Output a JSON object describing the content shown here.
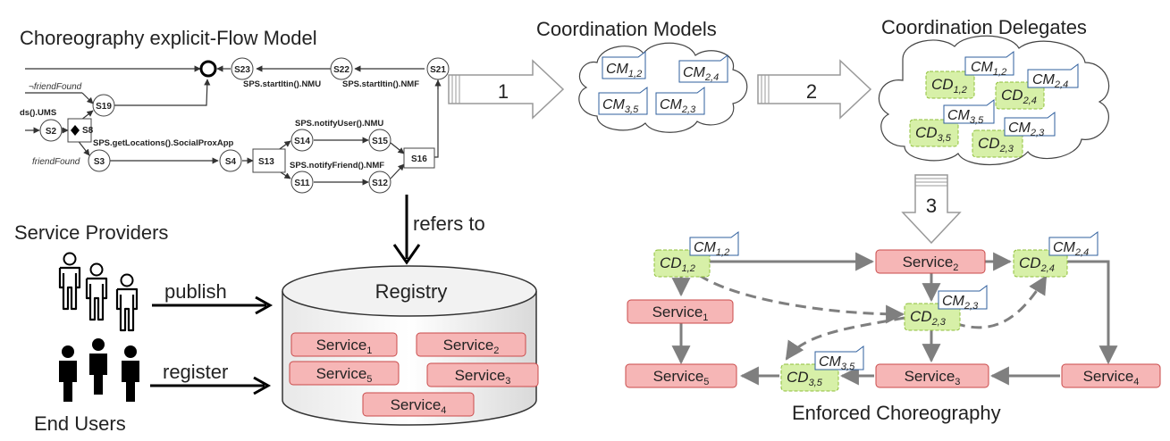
{
  "titles": {
    "choreography_model": "Choreography explicit-Flow Model",
    "coordination_models": "Coordination Models",
    "coordination_delegates": "Coordination Delegates",
    "service_providers": "Service Providers",
    "end_users": "End Users",
    "registry": "Registry",
    "enforced_choreography": "Enforced Choreography"
  },
  "arrows": {
    "step1": "1",
    "step2": "2",
    "step3": "3",
    "refers_to": "refers to",
    "publish": "publish",
    "register": "register"
  },
  "flow_model": {
    "nodes": {
      "s2": "S2",
      "s3": "S3",
      "s4": "S4",
      "s8": "S8",
      "s11": "S11",
      "s12": "S12",
      "s13": "S13",
      "s14": "S14",
      "s15": "S15",
      "s16": "S16",
      "s19": "S19",
      "s21": "S21",
      "s22": "S22",
      "s23": "S23"
    },
    "labels": {
      "start_itin_nmu": "SPS.startItin().NMU",
      "start_itin_nmf": "SPS.startItin().NMF",
      "friend_found_neg": "¬friendFound",
      "ums": "ds().UMS",
      "get_locations": "SPS.getLocations().SocialProxApp",
      "friend_found": "friendFound",
      "notify_user": "SPS.notifyUser().NMU",
      "notify_friend": "SPS.notifyFriend().NMF"
    }
  },
  "sub": {
    "s12": "1,2",
    "s24": "2,4",
    "s35": "3,5",
    "s23": "2,3",
    "n1": "1",
    "n2": "2",
    "n3": "3",
    "n4": "4",
    "n5": "5"
  },
  "coordination_models": {
    "cm": "CM"
  },
  "coordination_delegates": {
    "cm": "CM",
    "cd": "CD"
  },
  "registry": {
    "service": "Service"
  },
  "enforced": {
    "service": "Service",
    "cd": "CD",
    "cm": "CM"
  },
  "colors": {
    "service_fill": "#f6b6b6",
    "service_stroke": "#c94a4a",
    "cd_fill": "#d7f0a8",
    "cd_stroke": "#8fbf3a",
    "cm_stroke": "#2f5f9e",
    "gray_arrow": "#7f7f7f"
  }
}
